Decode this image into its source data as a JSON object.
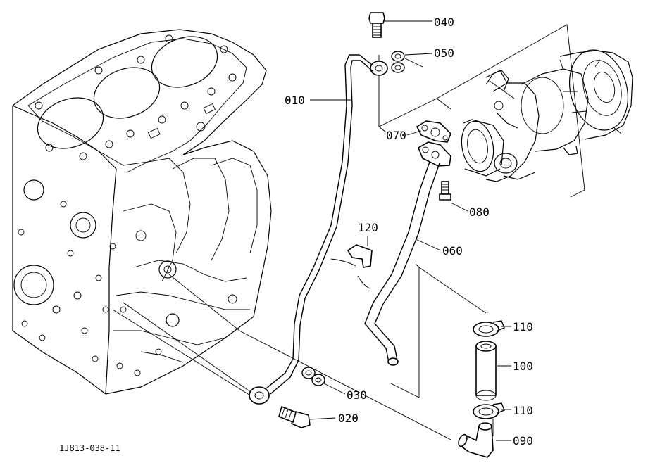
{
  "diagram": {
    "drawing_code": "1J813-038-11",
    "parts": [
      {
        "id": "p040",
        "label": "040",
        "desc": "bolt"
      },
      {
        "id": "p050",
        "label": "050",
        "desc": "washer"
      },
      {
        "id": "p010",
        "label": "010",
        "desc": "oil pipe"
      },
      {
        "id": "p070",
        "label": "070",
        "desc": "gasket"
      },
      {
        "id": "p080",
        "label": "080",
        "desc": "bolt"
      },
      {
        "id": "p120",
        "label": "120",
        "desc": "clamp"
      },
      {
        "id": "p060",
        "label": "060",
        "desc": "return pipe"
      },
      {
        "id": "p110a",
        "label": "110",
        "desc": "hose clamp"
      },
      {
        "id": "p100",
        "label": "100",
        "desc": "hose"
      },
      {
        "id": "p110b",
        "label": "110",
        "desc": "hose clamp"
      },
      {
        "id": "p090",
        "label": "090",
        "desc": "elbow pipe"
      },
      {
        "id": "p030",
        "label": "030",
        "desc": "washer"
      },
      {
        "id": "p020",
        "label": "020",
        "desc": "bolt"
      }
    ]
  }
}
